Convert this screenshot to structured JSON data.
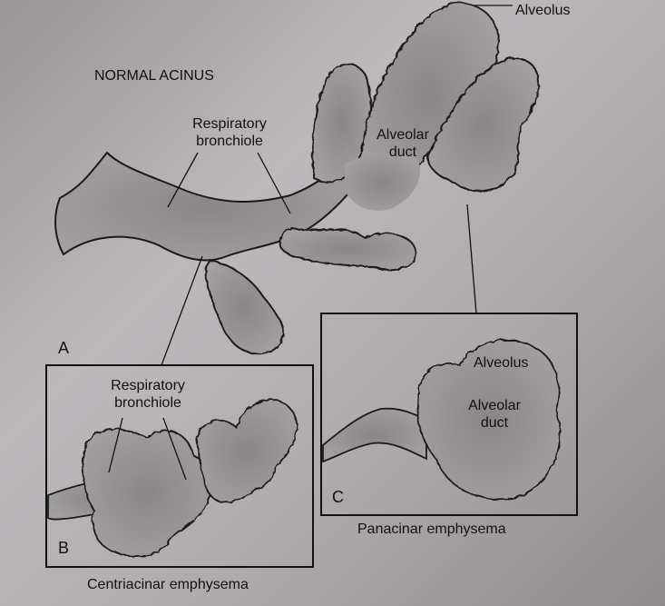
{
  "title": "NORMAL ACINUS",
  "labels": {
    "alveolus_top": "Alveolus",
    "respiratory_bronchiole": "Respiratory\nbronchiole",
    "alveolar_duct_a": "Alveolar\nduct",
    "respiratory_bronchiole_b": "Respiratory\nbronchiole",
    "alveolus_c": "Alveolus",
    "alveolar_duct_c": "Alveolar\nduct"
  },
  "panels": {
    "a": {
      "letter": "A"
    },
    "b": {
      "letter": "B",
      "caption": "Centriacinar emphysema"
    },
    "c": {
      "letter": "C",
      "caption": "Panacinar emphysema"
    }
  },
  "colors": {
    "background": "#b3afb1",
    "tissue_fill": "#8f8b8d",
    "outline": "#1a1a1a",
    "panel_border": "#111111"
  }
}
